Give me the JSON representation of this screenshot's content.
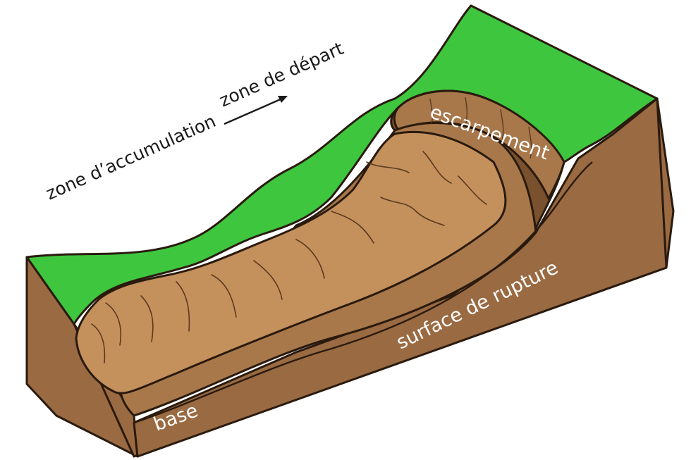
{
  "labels": {
    "departure_zone": "zone de départ",
    "accumulation_zone": "zone d’accumulation",
    "scarp": "escarpement",
    "rupture_surface": "surface de rupture",
    "base": "base"
  },
  "colors": {
    "grass": "#3ec63e",
    "soil_side": "#9a6a42",
    "soil_dark": "#7a512f",
    "soil_cut": "#a8784b",
    "slide_mass": "#c4905c",
    "outline": "#2a1a0e",
    "label_dark": "#1a1a1a",
    "label_light": "#ffffff"
  }
}
